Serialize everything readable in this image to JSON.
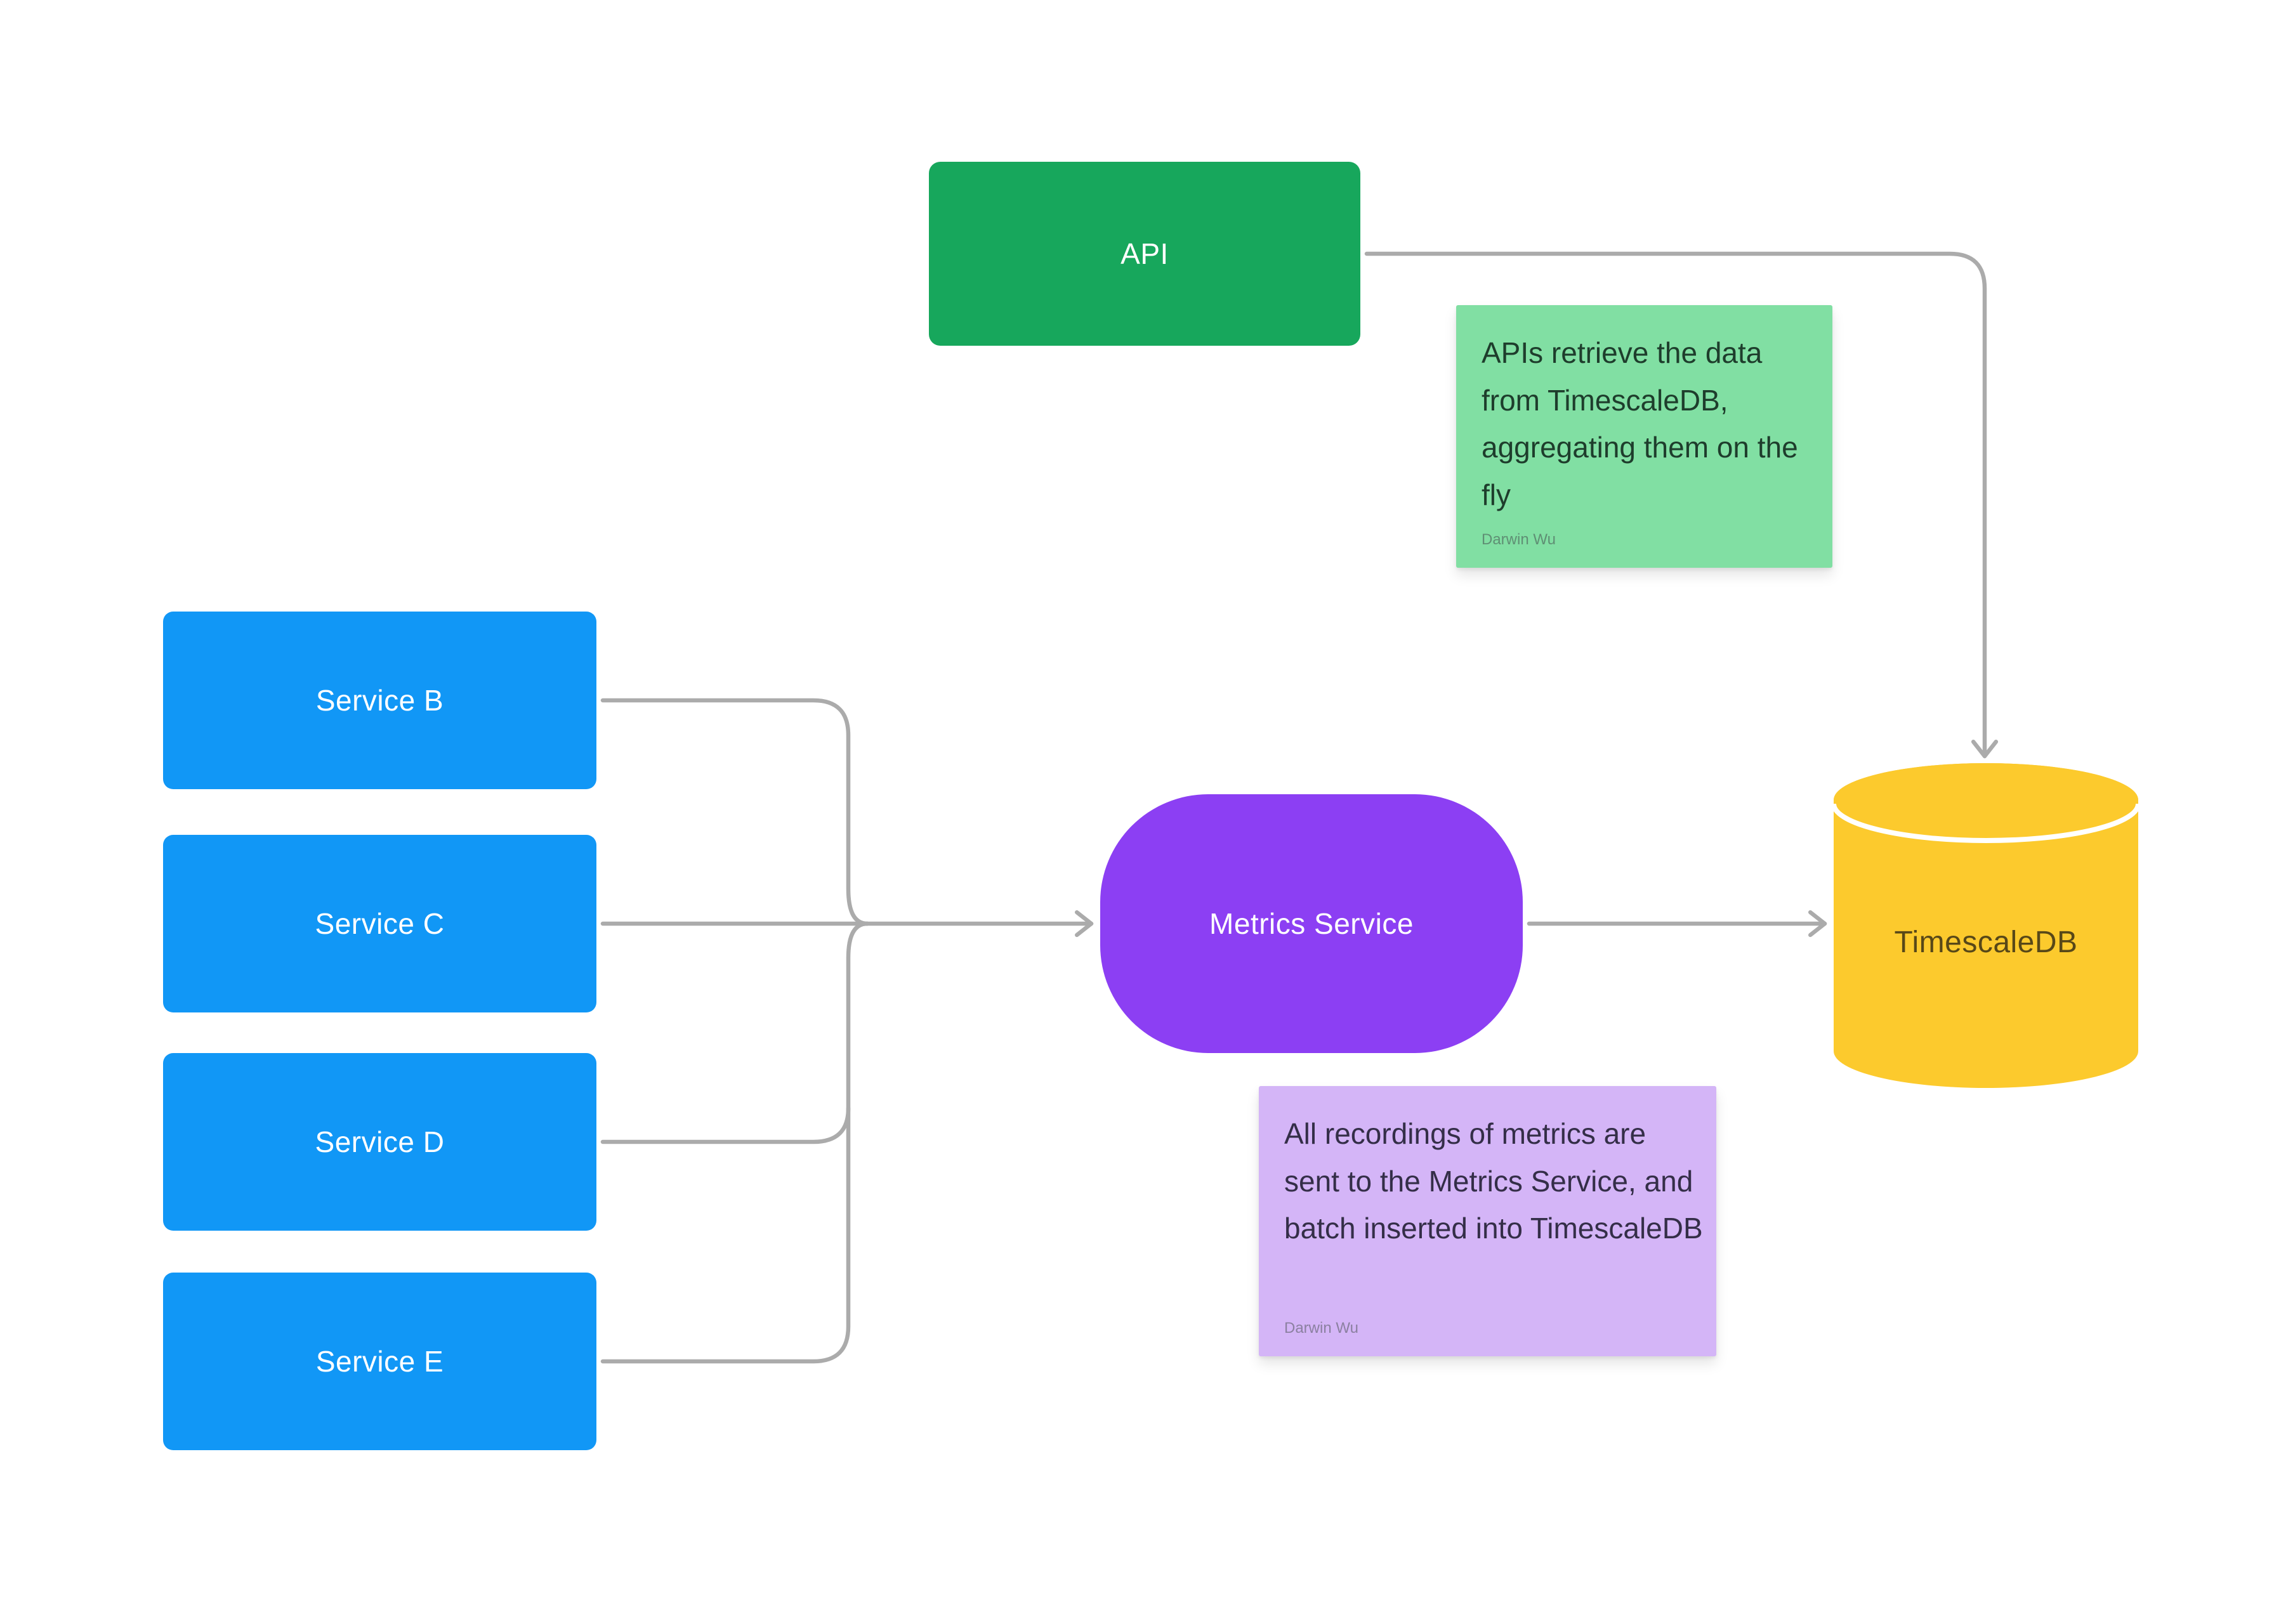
{
  "diagram": {
    "background_color": "#FFFFFF",
    "connector_color": "#ABABAB",
    "nodes": {
      "api": {
        "label": "API",
        "shape": "rectangle",
        "color": "#17A75C",
        "text_color": "#FFFFFF"
      },
      "service_b": {
        "label": "Service B",
        "shape": "rectangle",
        "color": "#1197F6",
        "text_color": "#FFFFFF"
      },
      "service_c": {
        "label": "Service C",
        "shape": "rectangle",
        "color": "#1197F6",
        "text_color": "#FFFFFF"
      },
      "service_d": {
        "label": "Service D",
        "shape": "rectangle",
        "color": "#1197F6",
        "text_color": "#FFFFFF"
      },
      "service_e": {
        "label": "Service E",
        "shape": "rectangle",
        "color": "#1197F6",
        "text_color": "#FFFFFF"
      },
      "metrics_service": {
        "label": "Metrics Service",
        "shape": "rounded-rectangle",
        "color": "#8C3FF3",
        "text_color": "#FFFFFF"
      },
      "timescaledb": {
        "label": "TimescaleDB",
        "shape": "cylinder",
        "color": "#FCCA2D",
        "text_color": "#584818"
      }
    },
    "notes": {
      "api_note": {
        "text": "APIs retrieve the data from TimescaleDB, aggregating them on the fly",
        "author": "Darwin Wu",
        "color": "#81DFA3",
        "text_color": "#1E3D2C"
      },
      "metrics_note": {
        "text": "All recordings of metrics are sent to the Metrics Service, and batch inserted into TimescaleDB",
        "author": "Darwin Wu",
        "color": "#D4B5F7",
        "text_color": "#342E48"
      }
    },
    "connections": [
      {
        "from": "Service B",
        "to": "Metrics Service"
      },
      {
        "from": "Service C",
        "to": "Metrics Service"
      },
      {
        "from": "Service D",
        "to": "Metrics Service"
      },
      {
        "from": "Service E",
        "to": "Metrics Service"
      },
      {
        "from": "Metrics Service",
        "to": "TimescaleDB"
      },
      {
        "from": "API",
        "to": "TimescaleDB"
      }
    ]
  }
}
